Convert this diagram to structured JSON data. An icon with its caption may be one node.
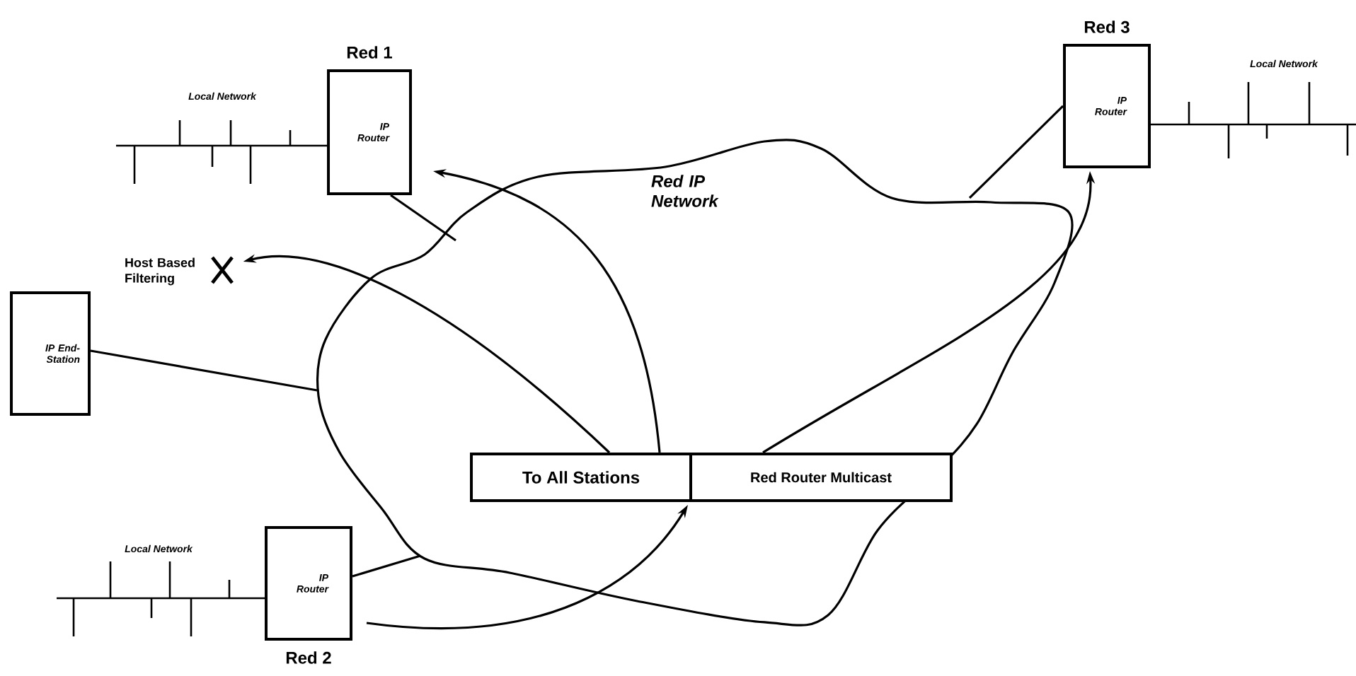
{
  "diagram": {
    "nodes": [
      {
        "text": [
          "Red IP Network"
        ]
      },
      {
        "text": [
          "Red 1",
          "IP Router"
        ]
      },
      {
        "text": [
          "Red 3",
          "IP Router"
        ]
      },
      {
        "text": [
          "IP End-Station"
        ]
      },
      {
        "text": [
          "IP Router",
          "Red 2"
        ]
      },
      {
        "text": [
          "To All Stations"
        ],
        "in": 0
      },
      {
        "text": [
          "Red Router Multicast"
        ],
        "in": 0
      },
      {
        "text": [
          "Host Based Filtering"
        ]
      }
    ],
    "edges": [
      {
        "from": 1,
        "to": 0,
        "arrow": "none"
      },
      {
        "from": 2,
        "to": 0,
        "arrow": "none"
      },
      {
        "from": 3,
        "to": 0,
        "arrow": "none"
      },
      {
        "from": 4,
        "to": 0,
        "arrow": "none"
      },
      {
        "from": 5,
        "to": 1,
        "arrow": "to"
      },
      {
        "from": 5,
        "to": 7,
        "arrow": "to"
      },
      {
        "from": 6,
        "to": 2,
        "arrow": "to"
      },
      {
        "from": 4,
        "to": 5,
        "arrow": "to"
      }
    ],
    "labels": [
      "Local Network",
      "Local Network",
      "Local Network"
    ]
  }
}
